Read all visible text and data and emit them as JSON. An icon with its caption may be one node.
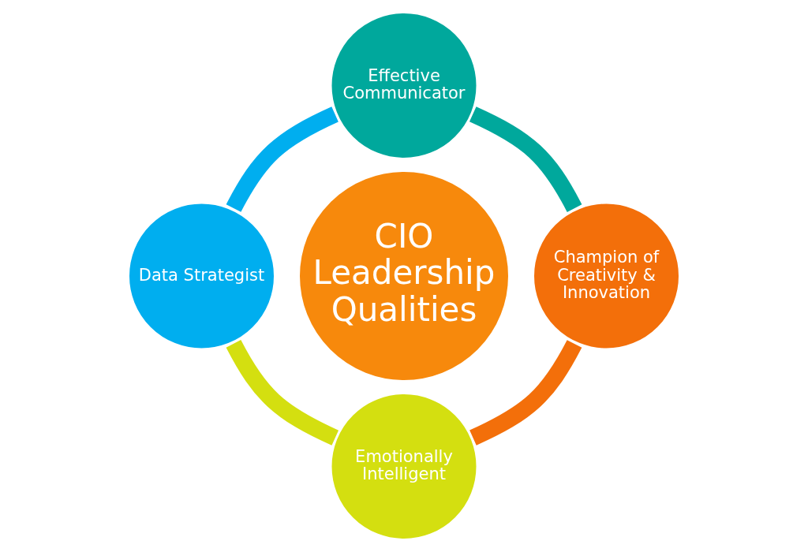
{
  "diagram": {
    "nodes": [
      {
        "text": [
          "Effective Communicator"
        ]
      },
      {
        "text": [
          "Data Strategist"
        ]
      },
      {
        "text": [
          "CIO Leadership Qualities"
        ]
      },
      {
        "text": [
          "Champion of Creativity & Innovation"
        ]
      },
      {
        "text": [
          "Emotionally Intelligent"
        ]
      }
    ],
    "edges": [
      {
        "from": 0,
        "to": 3,
        "arrow": "none",
        "color": "#00a89c"
      },
      {
        "from": 3,
        "to": 4,
        "arrow": "none",
        "color": "#f36f0a"
      },
      {
        "from": 4,
        "to": 1,
        "arrow": "none",
        "color": "#d4df10"
      },
      {
        "from": 1,
        "to": 0,
        "arrow": "none",
        "color": "#00aeef"
      }
    ]
  }
}
